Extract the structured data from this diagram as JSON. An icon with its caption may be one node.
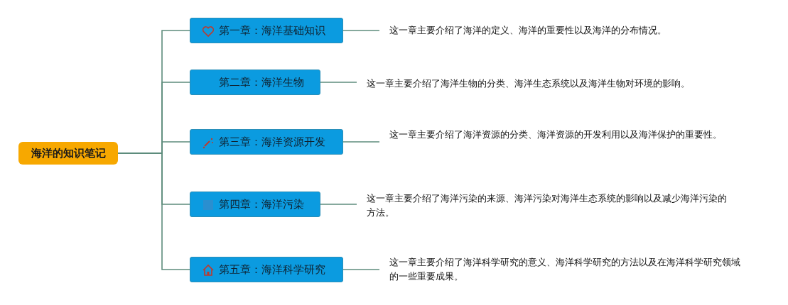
{
  "diagram": {
    "nodes": [
      {
        "text": [
          "海洋的知识笔记"
        ]
      },
      {
        "text": [
          "第一章：海洋基础知识"
        ]
      },
      {
        "text": [
          "这一章主要介绍了海洋的定义、海洋的重要性以及海洋的分布情况。"
        ]
      },
      {
        "text": [
          "第二章：海洋生物"
        ]
      },
      {
        "text": [
          "这一章主要介绍了海洋生物的分类、海洋生态系统以及海洋生物对环境的影响。"
        ]
      },
      {
        "text": [
          "第三章：海洋资源开发"
        ]
      },
      {
        "text": [
          "这一章主要介绍了海洋资源的分类、海洋资源的开发利用以及海洋保护的重要性。"
        ]
      },
      {
        "text": [
          "第四章：海洋污染"
        ]
      },
      {
        "text": [
          "这一章主要介绍了海洋污染的来源、海洋污染对海洋生态系统的影响以及减少海洋污染的方法。"
        ]
      },
      {
        "text": [
          "第五章：海洋科学研究"
        ]
      },
      {
        "text": [
          "这一章主要介绍了海洋科学研究的意义、海洋科学研究的方法以及在海洋科学研究领域的一些重要成果。"
        ]
      }
    ],
    "edges": [
      {
        "from": 0,
        "to": 1,
        "arrow": "none"
      },
      {
        "from": 1,
        "to": 2,
        "arrow": "none"
      },
      {
        "from": 0,
        "to": 3,
        "arrow": "none"
      },
      {
        "from": 3,
        "to": 4,
        "arrow": "none"
      },
      {
        "from": 0,
        "to": 5,
        "arrow": "none"
      },
      {
        "from": 5,
        "to": 6,
        "arrow": "none"
      },
      {
        "from": 0,
        "to": 7,
        "arrow": "none"
      },
      {
        "from": 7,
        "to": 8,
        "arrow": "none"
      },
      {
        "from": 0,
        "to": 9,
        "arrow": "none"
      },
      {
        "from": 9,
        "to": 10,
        "arrow": "none"
      }
    ]
  }
}
